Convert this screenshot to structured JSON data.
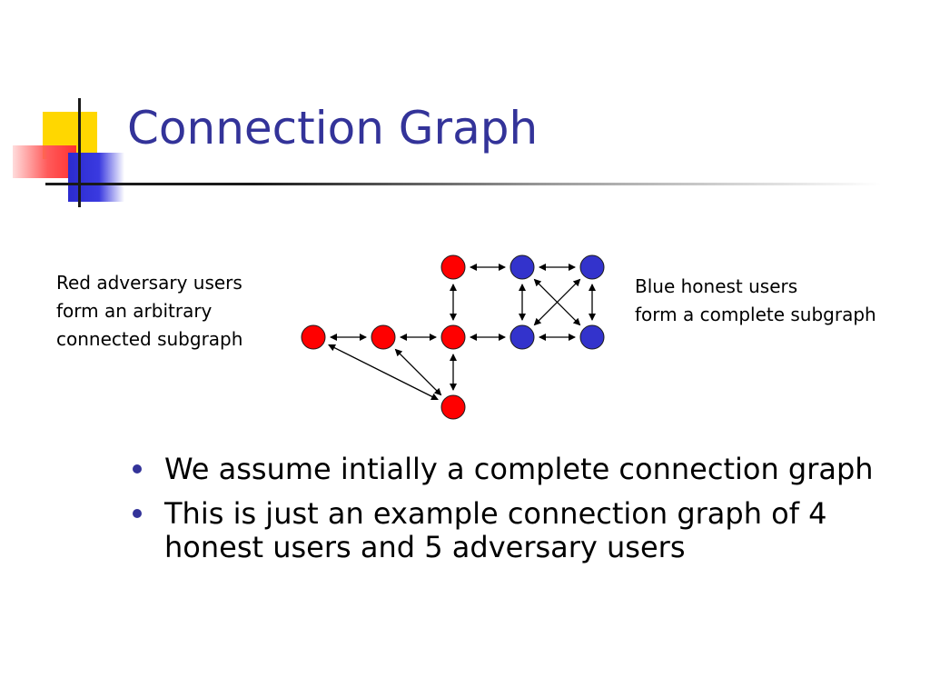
{
  "title": "Connection Graph",
  "captions": {
    "left": [
      "Red adversary users",
      "form an arbitrary",
      "connected subgraph"
    ],
    "right": [
      "Blue honest users",
      "form a complete subgraph"
    ]
  },
  "graph": {
    "nodes": [
      {
        "id": "r-top",
        "group": "adversary"
      },
      {
        "id": "r-mid-left",
        "group": "adversary"
      },
      {
        "id": "r-mid-center",
        "group": "adversary"
      },
      {
        "id": "r-mid-right",
        "group": "adversary"
      },
      {
        "id": "r-bottom",
        "group": "adversary"
      },
      {
        "id": "b-top-left",
        "group": "honest"
      },
      {
        "id": "b-top-right",
        "group": "honest"
      },
      {
        "id": "b-bottom-left",
        "group": "honest"
      },
      {
        "id": "b-bottom-right",
        "group": "honest"
      }
    ],
    "edges": [
      [
        "r-top",
        "b-top-left"
      ],
      [
        "b-top-left",
        "b-top-right"
      ],
      [
        "r-top",
        "r-mid-right"
      ],
      [
        "b-top-left",
        "b-bottom-left"
      ],
      [
        "b-top-right",
        "b-bottom-right"
      ],
      [
        "b-top-left",
        "b-bottom-right"
      ],
      [
        "b-top-right",
        "b-bottom-left"
      ],
      [
        "r-mid-left",
        "r-mid-center"
      ],
      [
        "r-mid-center",
        "r-mid-right"
      ],
      [
        "r-mid-right",
        "b-bottom-left"
      ],
      [
        "b-bottom-left",
        "b-bottom-right"
      ],
      [
        "r-mid-right",
        "r-bottom"
      ],
      [
        "r-mid-left",
        "r-bottom"
      ],
      [
        "r-mid-center",
        "r-bottom"
      ]
    ]
  },
  "bullets": [
    "We assume intially a complete connection graph",
    "This is just an example connection graph of 4 honest users and 5 adversary users"
  ],
  "colors": {
    "title": "#333399",
    "adversary": "#ff0000",
    "honest": "#3333cc",
    "bullet": "#333399"
  }
}
